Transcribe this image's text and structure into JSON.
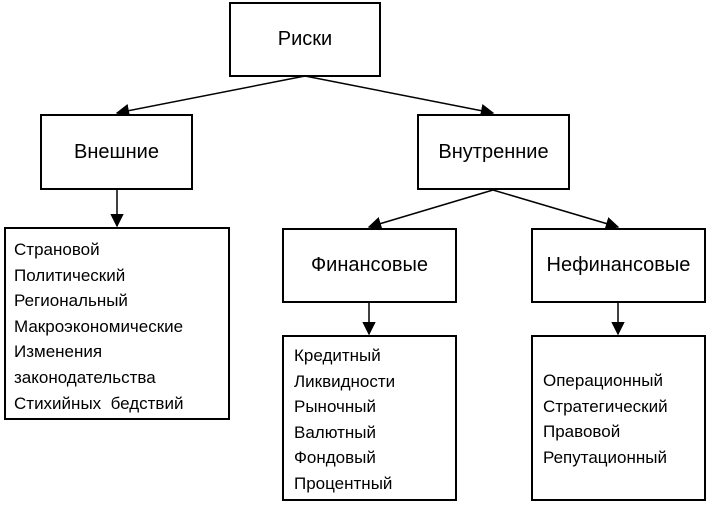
{
  "root": {
    "label": "Риски"
  },
  "external": {
    "label": "Внешние",
    "items": [
      "Страновой",
      "Политический",
      "Региональный",
      "Макроэкономические",
      "Изменения",
      "законодательства",
      "Стихийных  бедствий"
    ]
  },
  "internal": {
    "label": "Внутренние"
  },
  "financial": {
    "label": "Финансовые",
    "items": [
      "Кредитный",
      "Ликвидности",
      "Рыночный",
      "Валютный",
      "Фондовый",
      "Процентный"
    ]
  },
  "nonfinancial": {
    "label": "Нефинансовые",
    "items": [
      "Операционный",
      "Стратегический",
      "Правовой",
      "Репутационный"
    ]
  }
}
